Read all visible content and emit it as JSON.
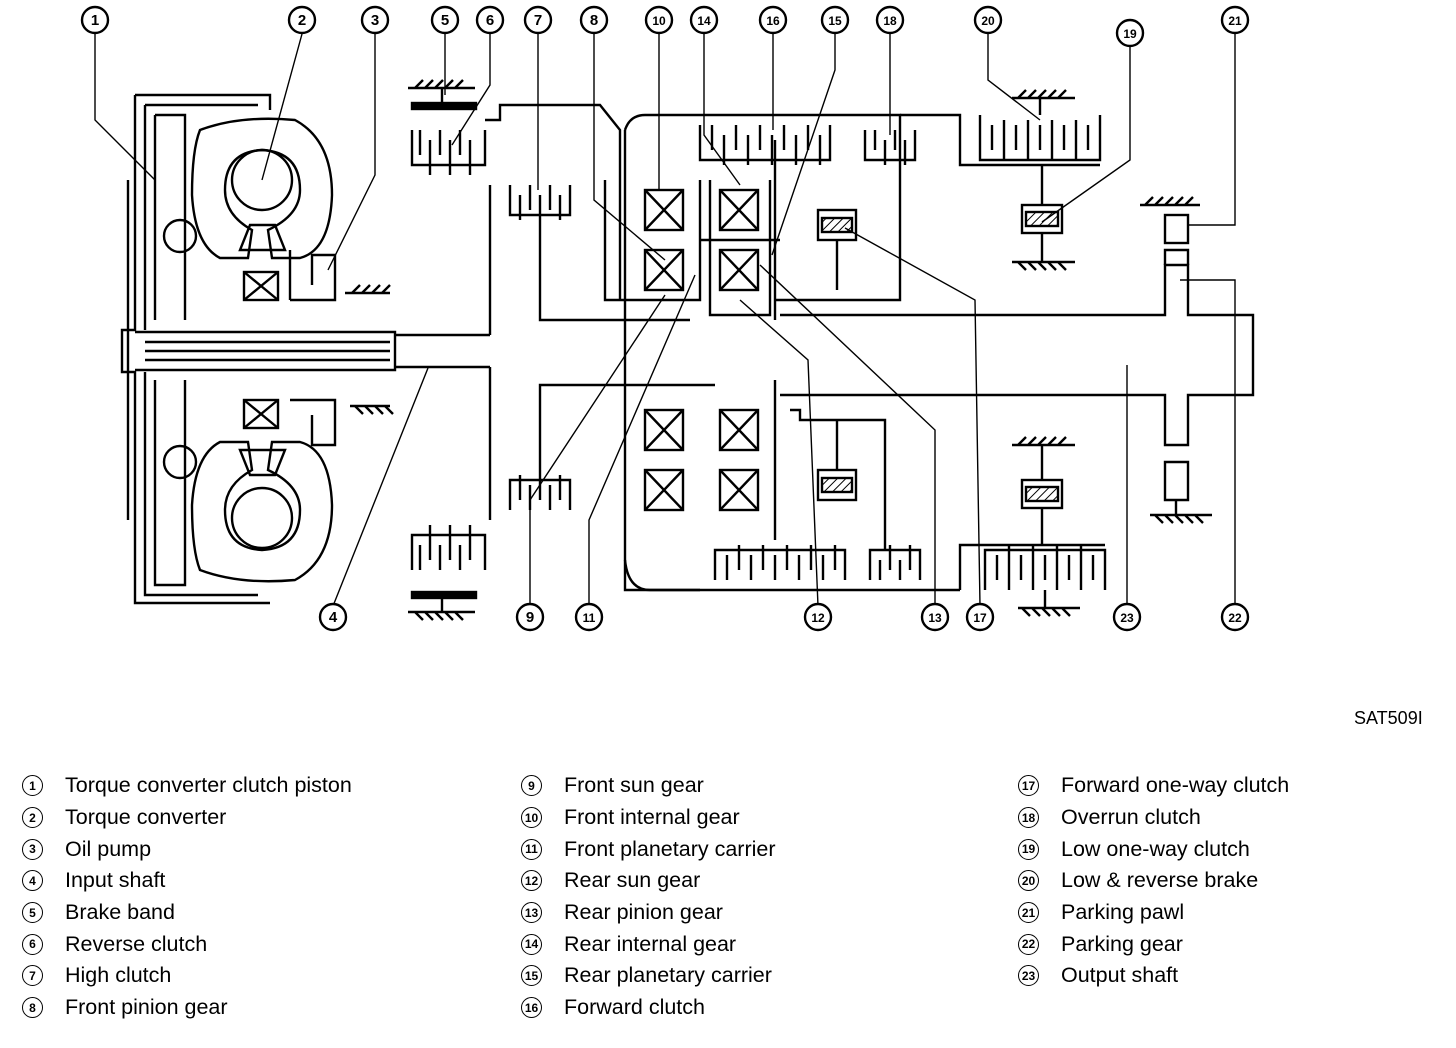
{
  "diagram": {
    "code": "SAT509I",
    "callouts": [
      {
        "num": "1"
      },
      {
        "num": "2"
      },
      {
        "num": "3"
      },
      {
        "num": "4"
      },
      {
        "num": "5"
      },
      {
        "num": "6"
      },
      {
        "num": "7"
      },
      {
        "num": "8"
      },
      {
        "num": "9"
      },
      {
        "num": "10"
      },
      {
        "num": "11"
      },
      {
        "num": "12"
      },
      {
        "num": "13"
      },
      {
        "num": "14"
      },
      {
        "num": "15"
      },
      {
        "num": "16"
      },
      {
        "num": "17"
      },
      {
        "num": "18"
      },
      {
        "num": "19"
      },
      {
        "num": "20"
      },
      {
        "num": "21"
      },
      {
        "num": "22"
      },
      {
        "num": "23"
      }
    ]
  },
  "legend": [
    {
      "num": "1",
      "label": "Torque converter clutch piston"
    },
    {
      "num": "2",
      "label": "Torque converter"
    },
    {
      "num": "3",
      "label": "Oil pump"
    },
    {
      "num": "4",
      "label": "Input shaft"
    },
    {
      "num": "5",
      "label": "Brake band"
    },
    {
      "num": "6",
      "label": "Reverse clutch"
    },
    {
      "num": "7",
      "label": "High clutch"
    },
    {
      "num": "8",
      "label": "Front pinion gear"
    },
    {
      "num": "9",
      "label": "Front sun gear"
    },
    {
      "num": "10",
      "label": "Front internal gear"
    },
    {
      "num": "11",
      "label": "Front planetary carrier"
    },
    {
      "num": "12",
      "label": "Rear sun gear"
    },
    {
      "num": "13",
      "label": "Rear pinion gear"
    },
    {
      "num": "14",
      "label": "Rear internal gear"
    },
    {
      "num": "15",
      "label": "Rear planetary carrier"
    },
    {
      "num": "16",
      "label": "Forward clutch"
    },
    {
      "num": "17",
      "label": "Forward one-way clutch"
    },
    {
      "num": "18",
      "label": "Overrun clutch"
    },
    {
      "num": "19",
      "label": "Low one-way clutch"
    },
    {
      "num": "20",
      "label": "Low & reverse brake"
    },
    {
      "num": "21",
      "label": "Parking pawl"
    },
    {
      "num": "22",
      "label": "Parking gear"
    },
    {
      "num": "23",
      "label": "Output shaft"
    }
  ]
}
